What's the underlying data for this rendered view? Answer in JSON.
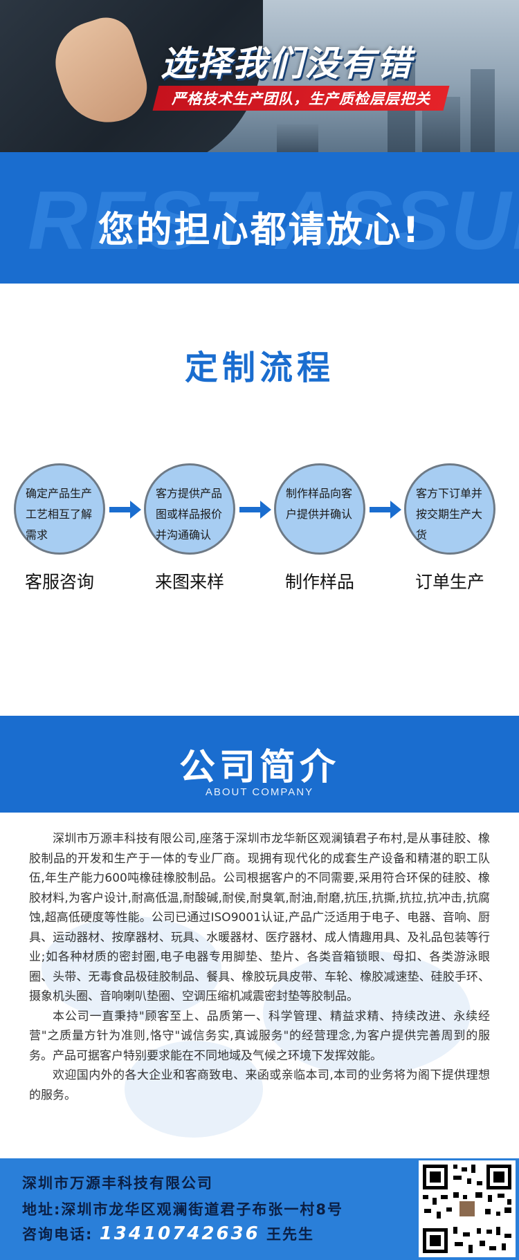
{
  "hero": {
    "headline": "选择我们没有错",
    "ribbon": "严格技术生产团队，生产质检层层把关"
  },
  "banner": {
    "ghost_text": "REST ASSURED",
    "title": "您的担心都请放心!"
  },
  "process": {
    "title": "定制流程",
    "steps": [
      {
        "desc": "确定产品生产工艺相互了解需求",
        "label": "客服咨询"
      },
      {
        "desc": "客方提供产品图或样品报价并沟通确认",
        "label": "来图来样"
      },
      {
        "desc": "制作样品向客户提供并确认",
        "label": "制作样品"
      },
      {
        "desc": "客方下订单并按交期生产大货",
        "label": "订单生产"
      }
    ]
  },
  "about": {
    "title": "公司简介",
    "subtitle": "ABOUT  COMPANY",
    "paragraphs": [
      "深圳市万源丰科技有限公司,座落于深圳市龙华新区观澜镇君子布村,是从事硅胶、橡胶制品的开发和生产于一体的专业厂商。现拥有现代化的成套生产设备和精湛的职工队伍,年生产能力600吨橡硅橡胶制品。公司根据客户的不同需要,采用符合环保的硅胶、橡胶材料,为客户设计,耐高低温,耐酸碱,耐侯,耐臭氧,耐油,耐磨,抗压,抗撕,抗拉,抗冲击,抗腐蚀,超高低硬度等性能。公司已通过ISO9001认证,产品广泛适用于电子、电器、音响、厨具、运动器材、按摩器材、玩具、水暖器材、医疗器材、成人情趣用具、及礼品包装等行业;如各种材质的密封圈,电子电器专用脚垫、垫片、各类音箱锁眼、母扣、各类游泳眼圈、头带、无毒食品极硅胶制品、餐具、橡胶玩具皮带、车轮、橡胶减速垫、硅胶手环、摄象机头圈、音响喇叭垫圈、空调压缩机减震密封垫等胶制品。",
      "本公司一直秉持\"顾客至上、品质第一、科学管理、精益求精、持续改进、永续经营\"之质量方针为准则,恪守\"诚信务实,真诚服务\"的经营理念,为客户提供完善周到的服务。产品可据客户特别要求能在不同地域及气候之环境下发挥效能。",
      "欢迎国内外的各大企业和客商致电、来函或亲临本司,本司的业务将为阁下提供理想的服务。"
    ]
  },
  "footer": {
    "company": "深圳市万源丰科技有限公司",
    "address": "地址:深圳市龙华区观澜街道君子布张一村8号",
    "phone_label": "咨询电话:",
    "phone": "13410742636",
    "contact": "王先生"
  },
  "colors": {
    "brand_blue": "#1a6dcf",
    "light_blue": "#a7cdf2",
    "ribbon_red": "#e52329"
  }
}
